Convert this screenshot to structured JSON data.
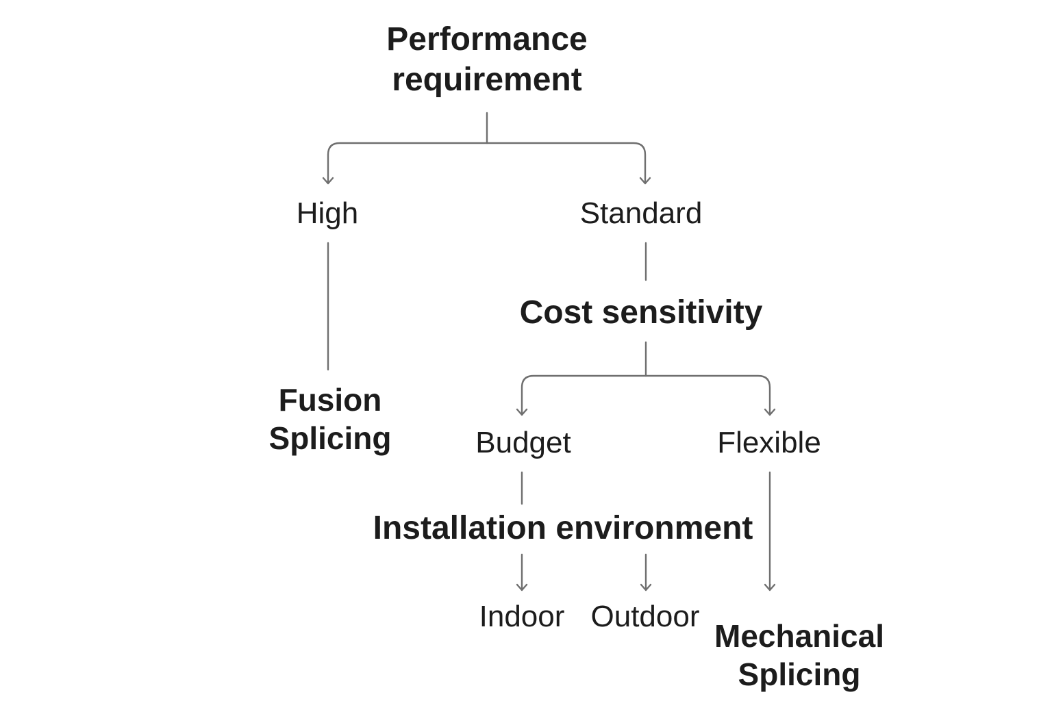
{
  "nodes": {
    "performance_requirement": [
      "Performance",
      "requirement"
    ],
    "high": "High",
    "standard": "Standard",
    "fusion_splicing": [
      "Fusion",
      "Splicing"
    ],
    "cost_sensitivity": "Cost sensitivity",
    "budget": "Budget",
    "flexible": "Flexible",
    "installation_environment": "Installation environment",
    "indoor": "Indoor",
    "outdoor": "Outdoor",
    "mechanical_splicing": [
      "Mechanical",
      "Splicing"
    ]
  },
  "colors": {
    "connector": "#6f6f6f",
    "text": "#1c1c1c"
  }
}
